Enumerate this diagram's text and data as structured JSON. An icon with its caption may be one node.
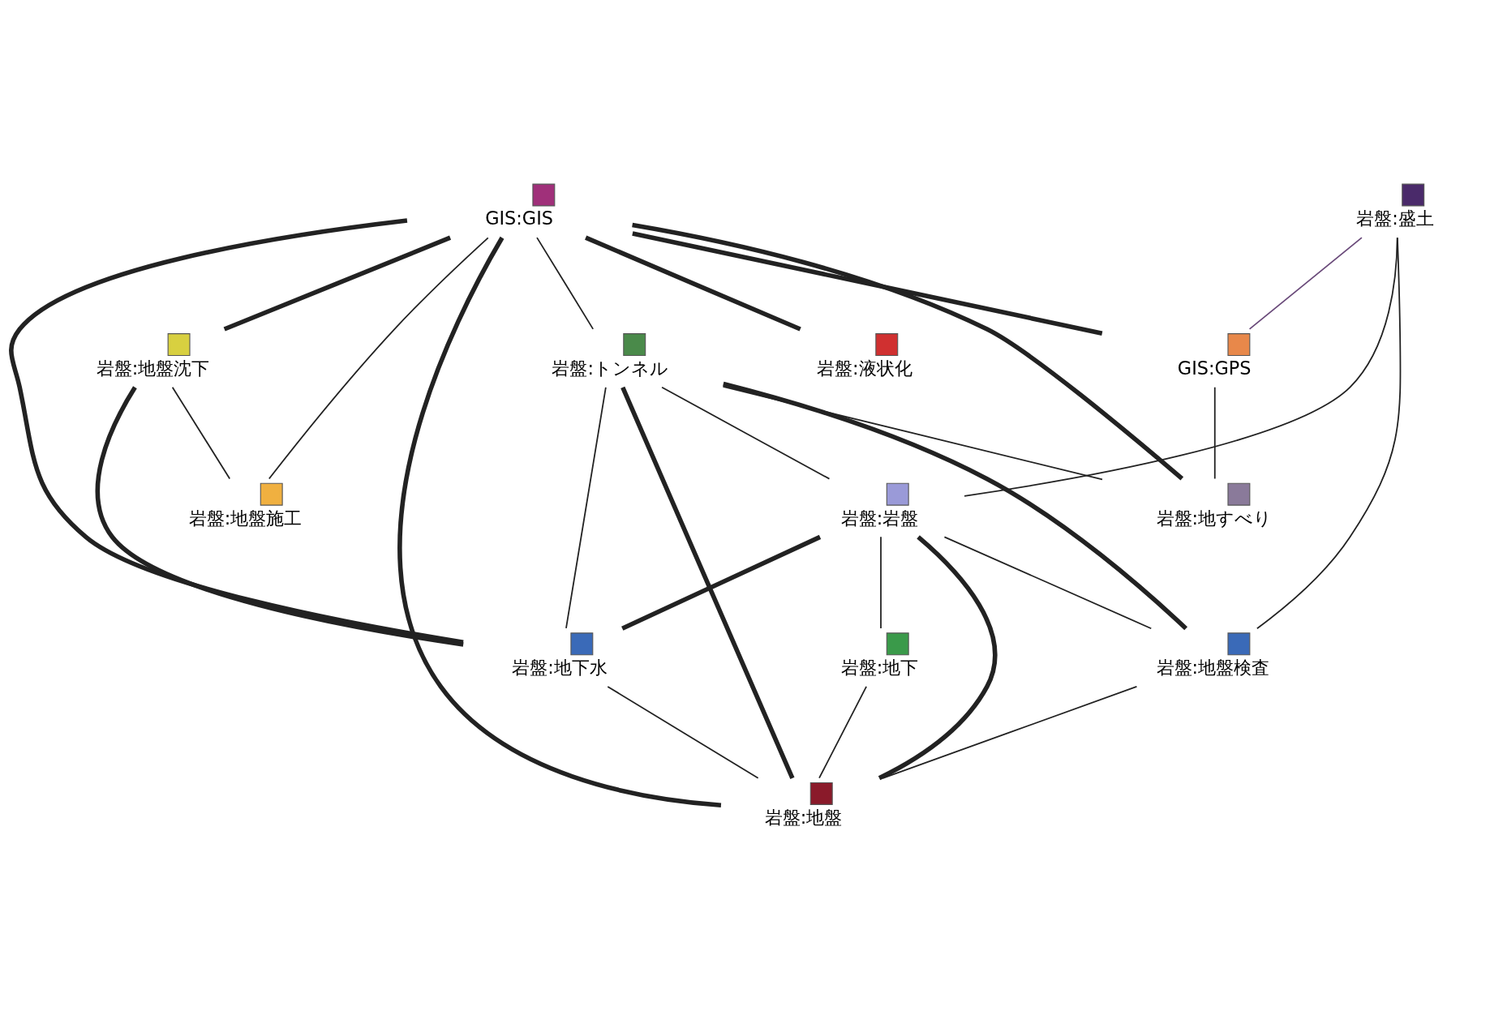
{
  "diagram": {
    "nodes": [
      {
        "text": [],
        "shape": "box",
        "beside": [
          "GIS:GIS"
        ]
      },
      {
        "text": [],
        "shape": "box",
        "beside": [
          "岩盤:盛土"
        ]
      },
      {
        "text": [],
        "shape": "box",
        "beside": [
          "GIS:GPS"
        ]
      },
      {
        "text": [],
        "shape": "box",
        "beside": [
          "岩盤:液状化"
        ]
      },
      {
        "text": [],
        "shape": "box",
        "beside": [
          "岩盤:トンネル"
        ]
      },
      {
        "text": [],
        "shape": "box",
        "beside": [
          "岩盤:岩盤"
        ]
      },
      {
        "text": [],
        "shape": "box",
        "beside": [
          "岩盤:地すべり"
        ]
      },
      {
        "text": [],
        "shape": "box",
        "beside": [
          "岩盤:地盤沈下"
        ]
      },
      {
        "text": [],
        "shape": "box",
        "beside": [
          "岩盤:地下"
        ]
      },
      {
        "text": [],
        "shape": "box",
        "beside": [
          "岩盤:地盤検査"
        ]
      },
      {
        "text": [],
        "shape": "box",
        "beside": [
          "岩盤:地下水"
        ]
      },
      {
        "text": [],
        "shape": "box",
        "beside": [
          "岩盤:地盤施工"
        ]
      },
      {
        "text": [],
        "shape": "box",
        "beside": [
          "岩盤:地盤"
        ]
      }
    ],
    "edges": [
      {
        "from": 0,
        "to": 3,
        "arrow": "none",
        "style": "thick"
      },
      {
        "from": 0,
        "to": 2,
        "arrow": "none",
        "style": "thick"
      },
      {
        "from": 0,
        "to": 4,
        "arrow": "none"
      },
      {
        "from": 0,
        "to": 6,
        "arrow": "none",
        "style": "thick"
      },
      {
        "from": 0,
        "to": 7,
        "arrow": "none",
        "style": "thick"
      },
      {
        "from": 0,
        "to": 11,
        "arrow": "none"
      },
      {
        "from": 0,
        "to": 12,
        "arrow": "none",
        "style": "thick"
      },
      {
        "from": 0,
        "to": 10,
        "arrow": "none",
        "style": "thick"
      },
      {
        "from": 1,
        "to": 2,
        "arrow": "none",
        "color": "#6a4a7a"
      },
      {
        "from": 1,
        "to": 5,
        "arrow": "none"
      },
      {
        "from": 1,
        "to": 9,
        "arrow": "none"
      },
      {
        "from": 2,
        "to": 6,
        "arrow": "none"
      },
      {
        "from": 4,
        "to": 5,
        "arrow": "none"
      },
      {
        "from": 4,
        "to": 9,
        "arrow": "none",
        "style": "thick"
      },
      {
        "from": 4,
        "to": 12,
        "arrow": "none",
        "style": "thick"
      },
      {
        "from": 4,
        "to": 10,
        "arrow": "none"
      },
      {
        "from": 4,
        "to": 6,
        "arrow": "none"
      },
      {
        "from": 5,
        "to": 8,
        "arrow": "none"
      },
      {
        "from": 5,
        "to": 10,
        "arrow": "none",
        "style": "thick"
      },
      {
        "from": 5,
        "to": 12,
        "arrow": "none",
        "style": "thick"
      },
      {
        "from": 5,
        "to": 9,
        "arrow": "none"
      },
      {
        "from": 7,
        "to": 10,
        "arrow": "none",
        "style": "thick"
      },
      {
        "from": 7,
        "to": 11,
        "arrow": "none"
      },
      {
        "from": 9,
        "to": 12,
        "arrow": "none"
      },
      {
        "from": 8,
        "to": 12,
        "arrow": "none"
      },
      {
        "from": 10,
        "to": 12,
        "arrow": "none"
      }
    ]
  }
}
